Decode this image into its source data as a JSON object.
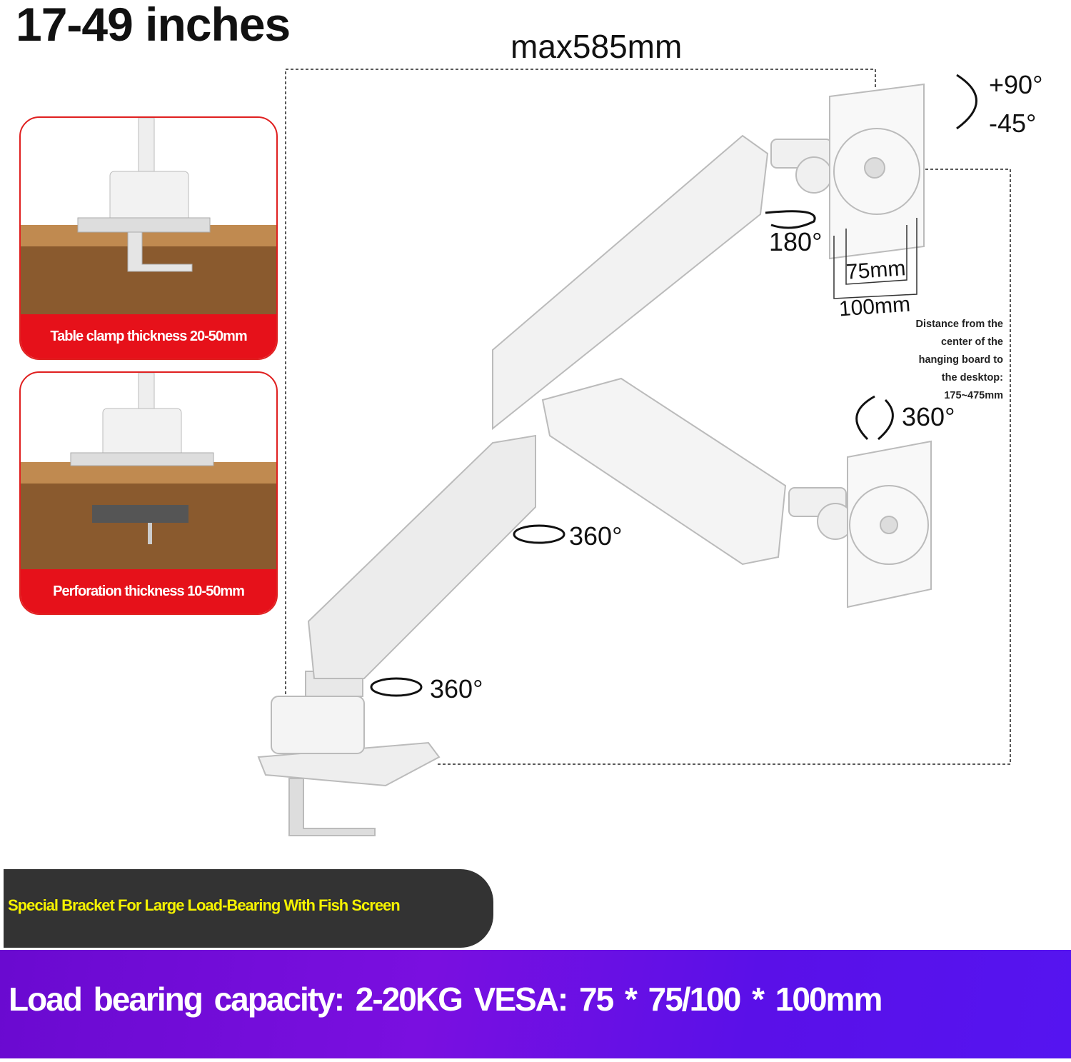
{
  "title": "17-49 inches",
  "max_reach": "max585mm",
  "rotation_labels": {
    "tilt_up": "+90°",
    "tilt_down": "-45°",
    "swivel_head": "180°",
    "rotate_plate": "360°",
    "elbow": "360°",
    "base": "360°"
  },
  "vesa_dims": {
    "inner": "75mm",
    "outer": "100mm"
  },
  "distance_note": [
    "Distance from the",
    "center of the",
    "hanging board to",
    "the desktop:",
    "175~475mm"
  ],
  "panels": [
    {
      "caption": "Table clamp thickness 20-50mm"
    },
    {
      "caption": "Perforation thickness 10-50mm"
    }
  ],
  "banner": "Special Bracket For Large Load-Bearing With Fish Screen",
  "spec_bar": "Load bearing capacity: 2-20KG   VESA: 75 * 75/100 * 100mm",
  "colors": {
    "accent_red": "#e6111a",
    "banner_dark": "#333333",
    "banner_text": "#f5f200",
    "spec_purple": "#6a0ad0"
  }
}
